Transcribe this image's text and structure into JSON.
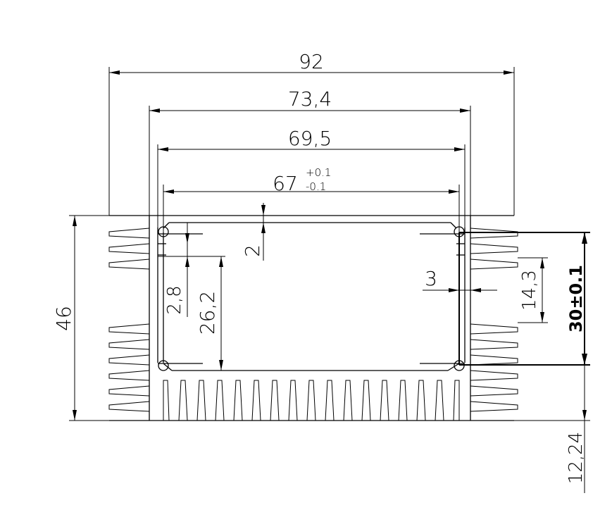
{
  "dimensions": {
    "overall_width": "92",
    "inner_width_1": "73,4",
    "inner_width_2": "69,5",
    "slot_width": "67",
    "slot_tol_upper": "+0.1",
    "slot_tol_lower": "-0.1",
    "total_height": "46",
    "top_wall": "2",
    "rail_depth": "2,8",
    "cavity_height": "26,2",
    "rail_gap": "3",
    "side_fin_span": "14,3",
    "cavity_outer_height": "30±0.1",
    "bottom_fin_height": "12,24"
  }
}
